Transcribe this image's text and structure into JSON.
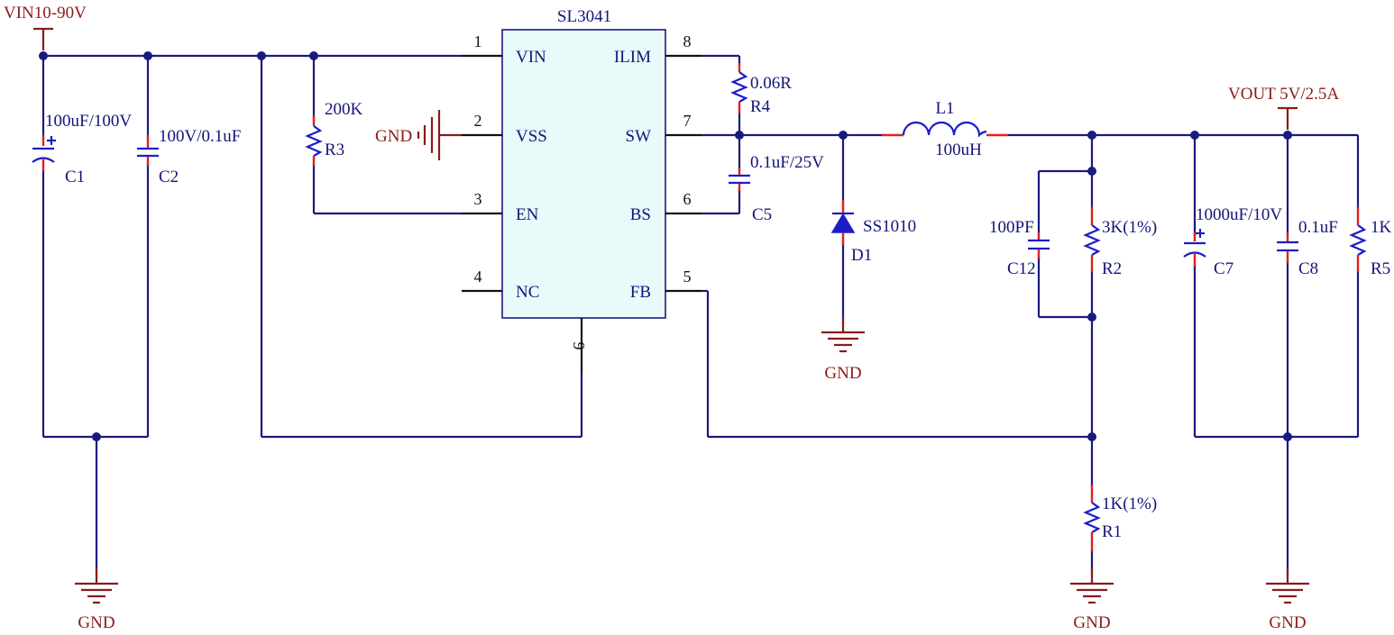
{
  "ic": {
    "name": "SL3041",
    "pins": [
      {
        "num": "1",
        "name": "VIN"
      },
      {
        "num": "2",
        "name": "VSS"
      },
      {
        "num": "3",
        "name": "EN"
      },
      {
        "num": "4",
        "name": "NC"
      },
      {
        "num": "5",
        "name": "FB"
      },
      {
        "num": "6",
        "name": "BS"
      },
      {
        "num": "7",
        "name": "SW"
      },
      {
        "num": "8",
        "name": "ILIM"
      },
      {
        "num": "9",
        "name": ""
      }
    ]
  },
  "power": {
    "vin": "VIN10-90V",
    "vout": "VOUT 5V/2.5A",
    "gnd": "GND"
  },
  "components": {
    "C1": {
      "ref": "C1",
      "value": "100uF/100V"
    },
    "C2": {
      "ref": "C2",
      "value": "100V/0.1uF"
    },
    "R3": {
      "ref": "R3",
      "value": "200K"
    },
    "R4": {
      "ref": "R4",
      "value": "0.06R"
    },
    "C5": {
      "ref": "C5",
      "value": "0.1uF/25V"
    },
    "D1": {
      "ref": "D1",
      "value": "SS1010"
    },
    "L1": {
      "ref": "L1",
      "value": "100uH"
    },
    "C12": {
      "ref": "C12",
      "value": "100PF"
    },
    "R2": {
      "ref": "R2",
      "value": "3K(1%)"
    },
    "R1": {
      "ref": "R1",
      "value": "1K(1%)"
    },
    "C7": {
      "ref": "C7",
      "value": "1000uF/10V"
    },
    "C8": {
      "ref": "C8",
      "value": "0.1uF"
    },
    "R5": {
      "ref": "R5",
      "value": "1K"
    }
  }
}
